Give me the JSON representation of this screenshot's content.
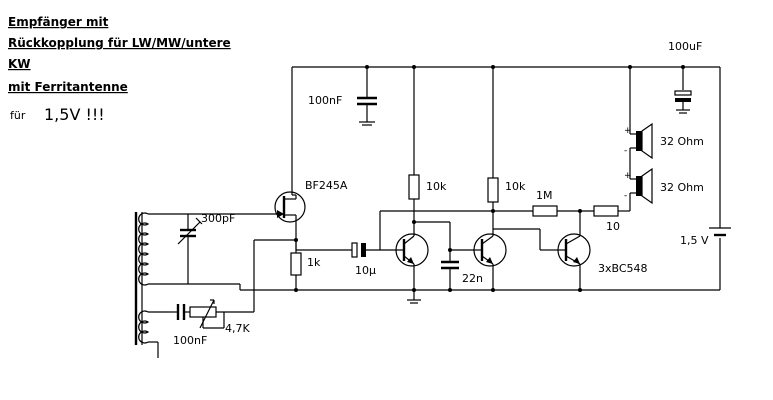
{
  "title_lines": [
    "Empfänger mit",
    "Rückkopplung für LW/MW/untere",
    "KW",
    "mit Ferritantenne"
  ],
  "supply_note": {
    "prefix": "für",
    "value": "1,5V !!!"
  },
  "components": {
    "c_top": "100nF",
    "c_supply": "100uF",
    "fet": "BF245A",
    "r_fet_drain": "10k",
    "r_second_collector": "10k",
    "r_feedback": "1M",
    "r_speaker": "10",
    "r_source": "1k",
    "c_coupling": "10µ",
    "c_bypass": "22n",
    "transistors": "3xBC548",
    "c_tune": "300pF",
    "c_antenna": "100nF",
    "pot": "4,7K",
    "speaker_1": "32 Ohm",
    "speaker_2": "32 Ohm",
    "battery": "1,5 V"
  },
  "signs": {
    "plus": "+",
    "minus": "-"
  }
}
